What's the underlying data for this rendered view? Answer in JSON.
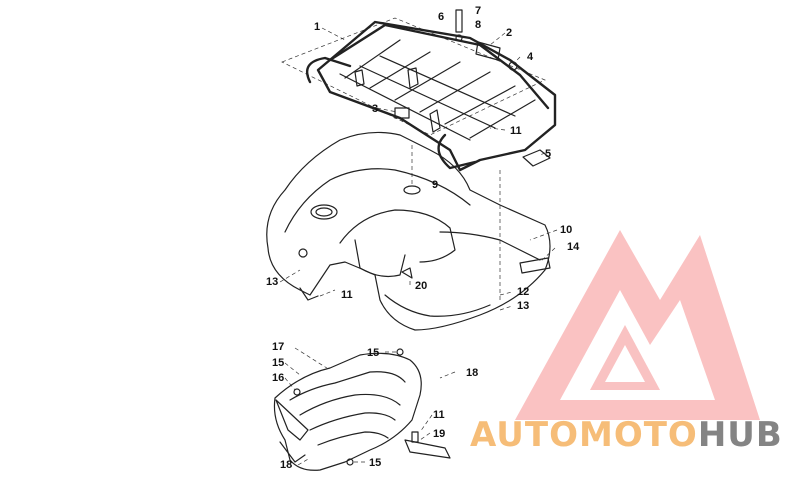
{
  "callouts": [
    {
      "id": "c1",
      "text": "1"
    },
    {
      "id": "c2",
      "text": "2"
    },
    {
      "id": "c3",
      "text": "3"
    },
    {
      "id": "c4",
      "text": "4"
    },
    {
      "id": "c5",
      "text": "5"
    },
    {
      "id": "c6",
      "text": "6"
    },
    {
      "id": "c7",
      "text": "7"
    },
    {
      "id": "c8",
      "text": "8"
    },
    {
      "id": "c9",
      "text": "9"
    },
    {
      "id": "c10",
      "text": "10"
    },
    {
      "id": "c11a",
      "text": "11"
    },
    {
      "id": "c11b",
      "text": "11"
    },
    {
      "id": "c11c",
      "text": "11"
    },
    {
      "id": "c12",
      "text": "12"
    },
    {
      "id": "c13a",
      "text": "13"
    },
    {
      "id": "c13b",
      "text": "13"
    },
    {
      "id": "c14",
      "text": "14"
    },
    {
      "id": "c15a",
      "text": "15"
    },
    {
      "id": "c15b",
      "text": "15"
    },
    {
      "id": "c15c",
      "text": "15"
    },
    {
      "id": "c16",
      "text": "16"
    },
    {
      "id": "c17",
      "text": "17"
    },
    {
      "id": "c18a",
      "text": "18"
    },
    {
      "id": "c18b",
      "text": "18"
    },
    {
      "id": "c19",
      "text": "19"
    },
    {
      "id": "c20",
      "text": "20"
    }
  ],
  "watermark": {
    "part1": "AUTO",
    "part2": "MOTO",
    "part3": "HUB",
    "logo_color": "#f26b6b",
    "auto_color": "#f4b260",
    "hub_color": "#6e6e6e"
  }
}
